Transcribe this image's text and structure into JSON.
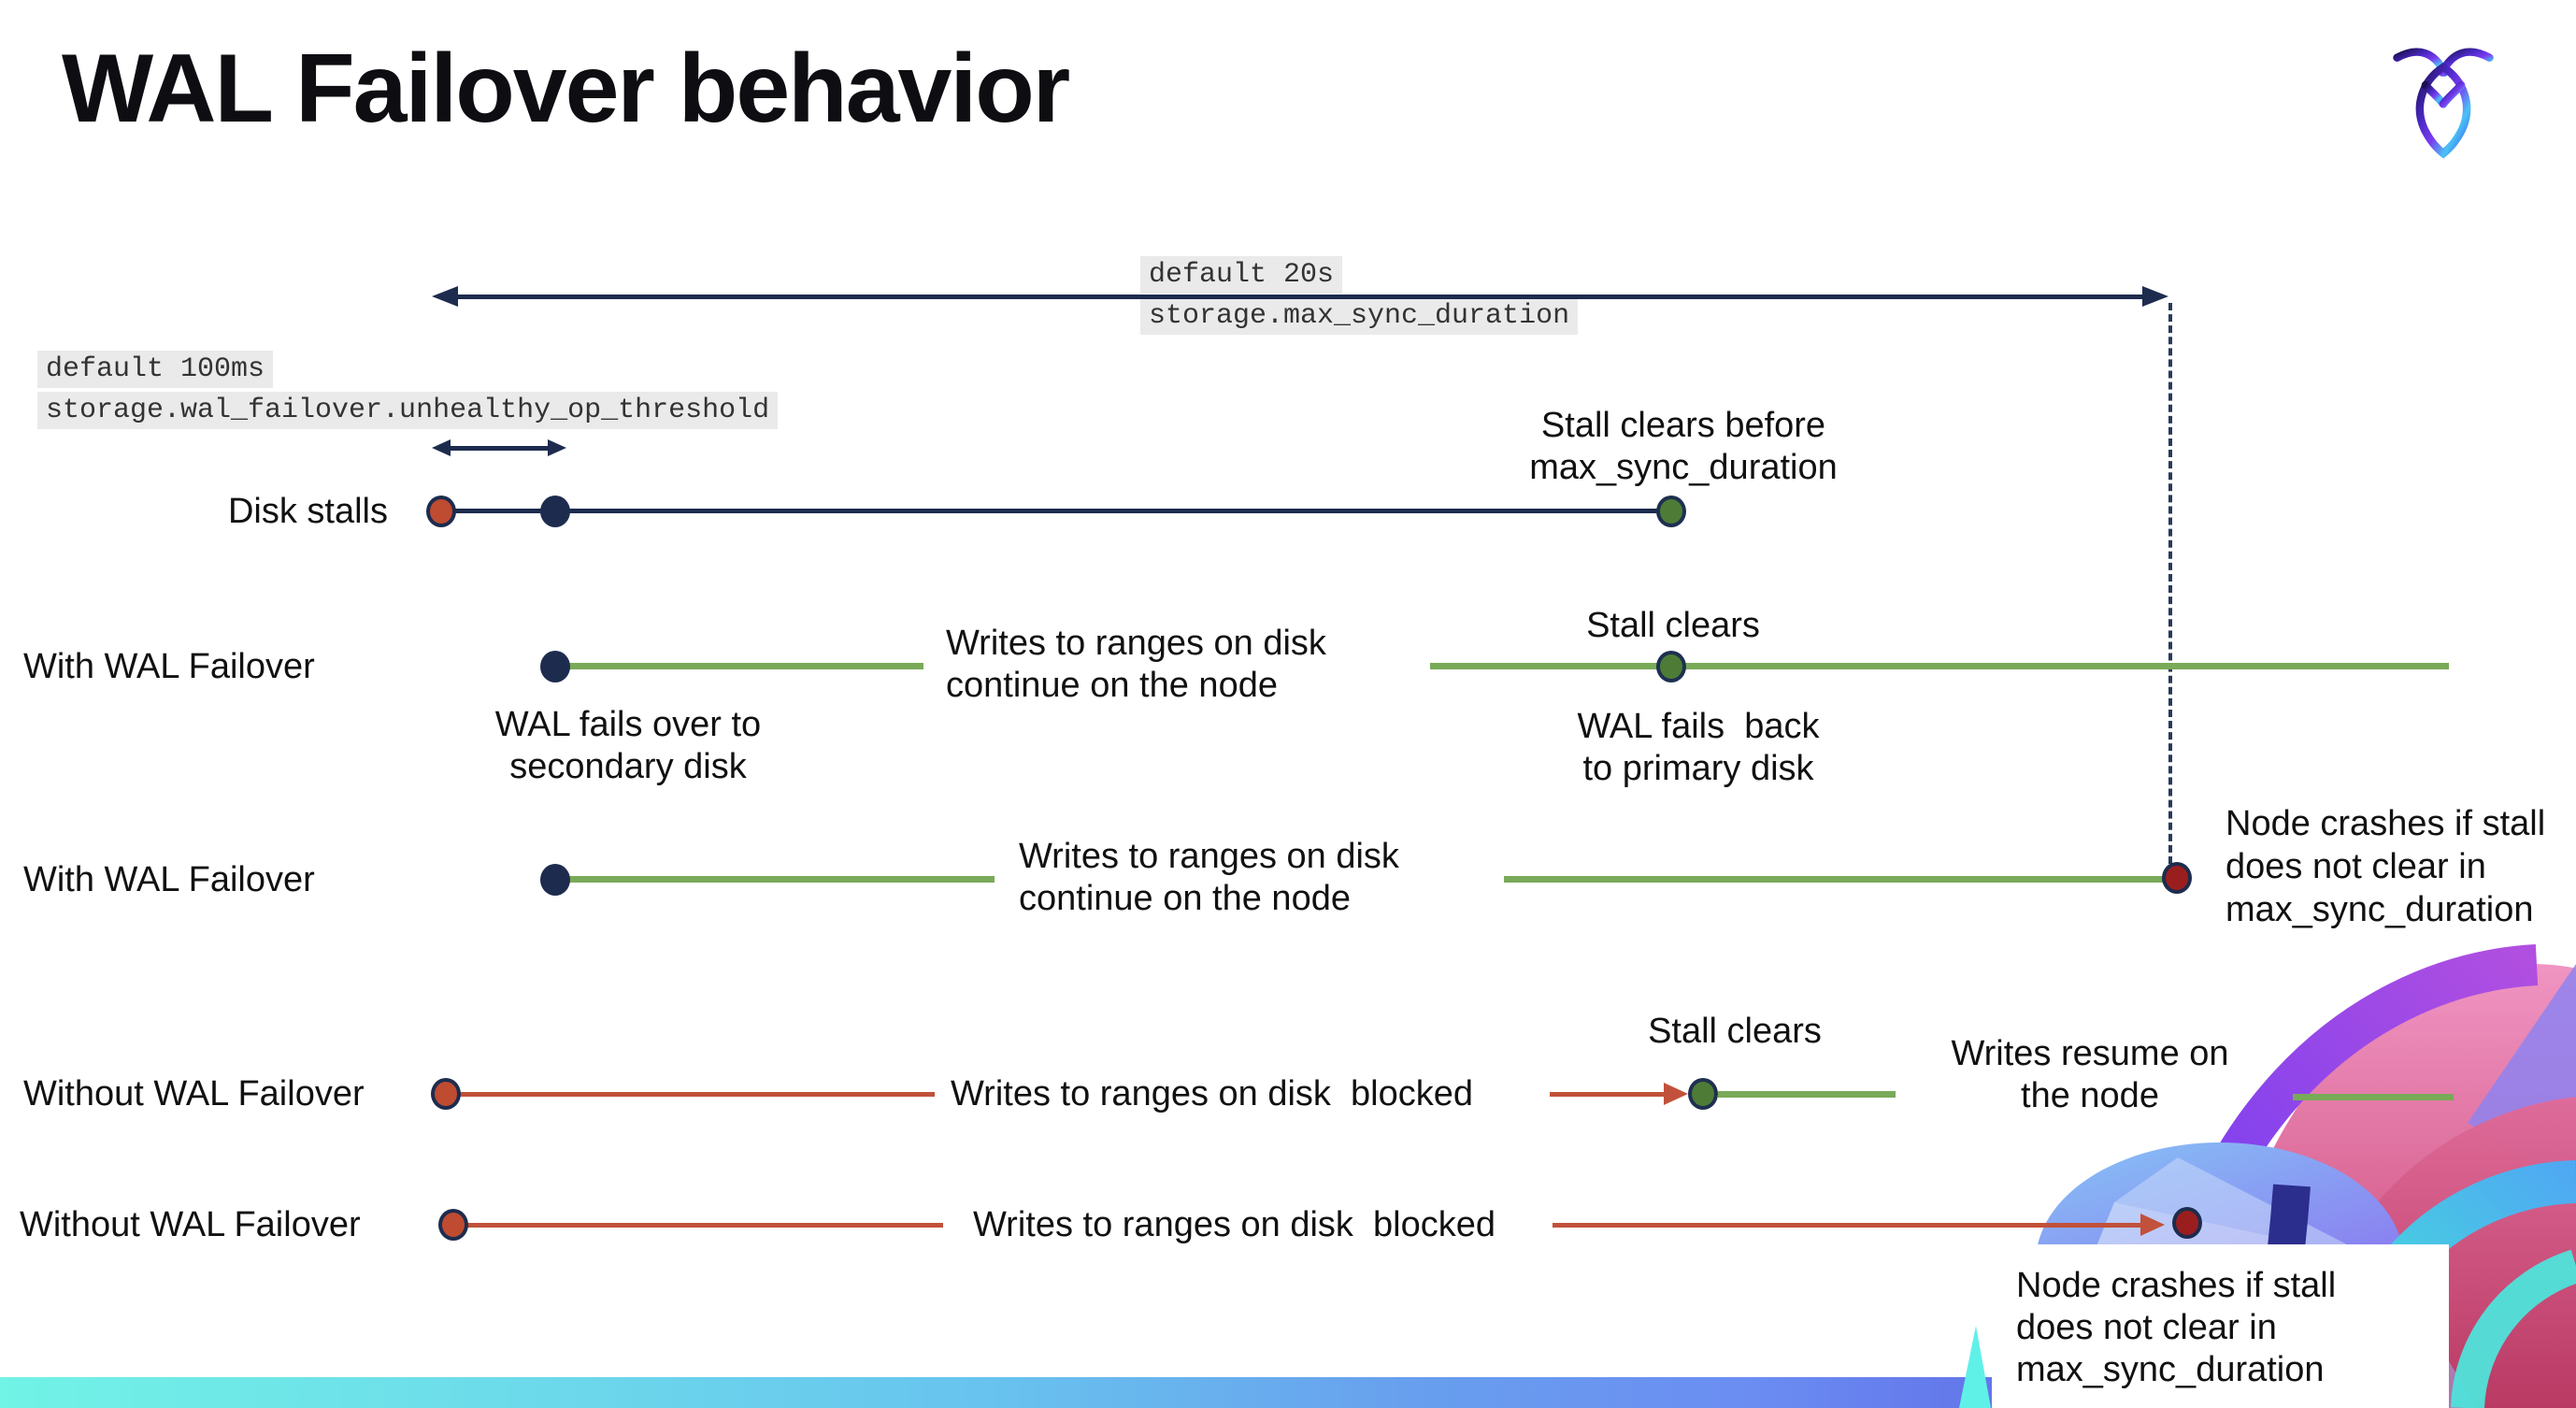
{
  "slide": {
    "title": "WAL Failover behavior",
    "logo": "cockroachdb-logo"
  },
  "settings": {
    "max_sync": {
      "default": "default 20s",
      "name": "storage.max_sync_duration"
    },
    "unhealthy_op": {
      "default": "default 100ms",
      "name": "storage.wal_failover.unhealthy_op_threshold"
    }
  },
  "rows": {
    "r1": {
      "label": "Disk stalls"
    },
    "r2": {
      "label": "With WAL Failover"
    },
    "r3": {
      "label": "With WAL Failover"
    },
    "r4": {
      "label": "Without WAL Failover"
    },
    "r5": {
      "label": "Without WAL Failover"
    }
  },
  "annotations": {
    "stall_before": [
      "Stall clears before",
      "max_sync_duration"
    ],
    "writes_continue": [
      "Writes to ranges on disk",
      "continue on the node"
    ],
    "stall_clears": "Stall clears",
    "wal_over": [
      "WAL fails over to",
      "secondary disk"
    ],
    "wal_back": [
      "WAL fails  back",
      "to primary disk"
    ],
    "crash": [
      "Node crashes if stall",
      "does not clear in",
      "max_sync_duration"
    ],
    "blocked": "Writes to ranges on disk  blocked",
    "resume": [
      "Writes resume on",
      "the node"
    ]
  },
  "colors": {
    "navy": "#1d2c4e",
    "green_line": "#79aa58",
    "green_dot": "#4e7c37",
    "red_line": "#c1513a",
    "red_dot": "#bf4b31",
    "crash_dot": "#9b1e1e",
    "code_bg": "#eaeaea",
    "bar_left": "#71f3e6",
    "bar_mid": "#689fee",
    "bar_right": "#5b62e2"
  }
}
